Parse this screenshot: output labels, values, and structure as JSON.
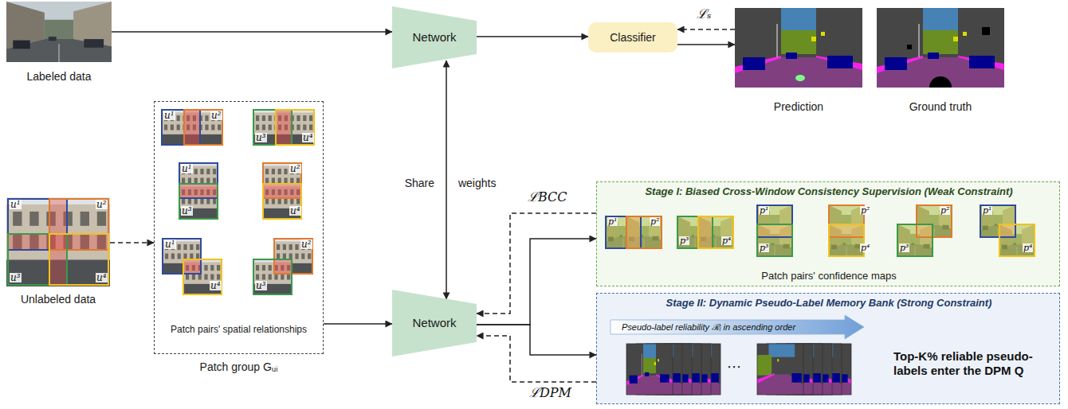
{
  "diagram": {
    "nodes": [
      {
        "text": [
          "Labeled data"
        ]
      },
      {
        "text": [
          "Network"
        ]
      },
      {
        "text": [
          "Classifier"
        ]
      },
      {
        "text": [
          "Prediction"
        ]
      },
      {
        "text": [
          "Ground truth"
        ]
      },
      {
        "text": [
          "Unlabeled data"
        ]
      },
      {
        "text": [
          "Patch pairs' spatial relationships",
          "Patch group Gᵤᵢ"
        ]
      },
      {
        "text": [
          "Network"
        ]
      },
      {
        "text": [
          "Stage I: Biased Cross-Window Consistency Supervision (Weak Constraint)",
          "Patch pairs' confidence maps"
        ]
      },
      {
        "text": [
          "Stage II: Dynamic Pseudo-Label Memory Bank (Strong Constraint)",
          "Top-K% reliable pseudo-labels enter the DPM Q"
        ]
      }
    ],
    "edges": [
      {
        "from": 0,
        "to": 1,
        "arrow": "to"
      },
      {
        "from": 1,
        "to": 2,
        "arrow": "to"
      },
      {
        "from": 2,
        "to": 3,
        "arrow": "to"
      },
      {
        "from": 3,
        "to": 2,
        "arrow": "to",
        "label": "ℒₛ"
      },
      {
        "from": 1,
        "to": 7,
        "arrow": "both",
        "label": "Share weights"
      },
      {
        "from": 5,
        "to": 6,
        "arrow": "to"
      },
      {
        "from": 6,
        "to": 7,
        "arrow": "to"
      },
      {
        "from": 7,
        "to": 8,
        "arrow": "to"
      },
      {
        "from": 7,
        "to": 9,
        "arrow": "to"
      },
      {
        "from": 8,
        "to": 7,
        "arrow": "to",
        "label": "ℒBCC"
      },
      {
        "from": 9,
        "to": 7,
        "arrow": "to",
        "label": "ℒDPM"
      }
    ],
    "labels": [
      "u¹",
      "u²",
      "u³",
      "u⁴",
      "u¹",
      "u²",
      "u³",
      "u⁴",
      "u¹",
      "u³",
      "u²",
      "u⁴",
      "u¹",
      "u⁴",
      "u²",
      "u³",
      "p¹",
      "p²",
      "p³",
      "p⁴",
      "p¹",
      "p³",
      "p²",
      "p⁴",
      "p²",
      "p³",
      "p¹",
      "p⁴",
      "Pseudo-label reliability ℛᵢ in ascending order",
      "⋯"
    ]
  }
}
